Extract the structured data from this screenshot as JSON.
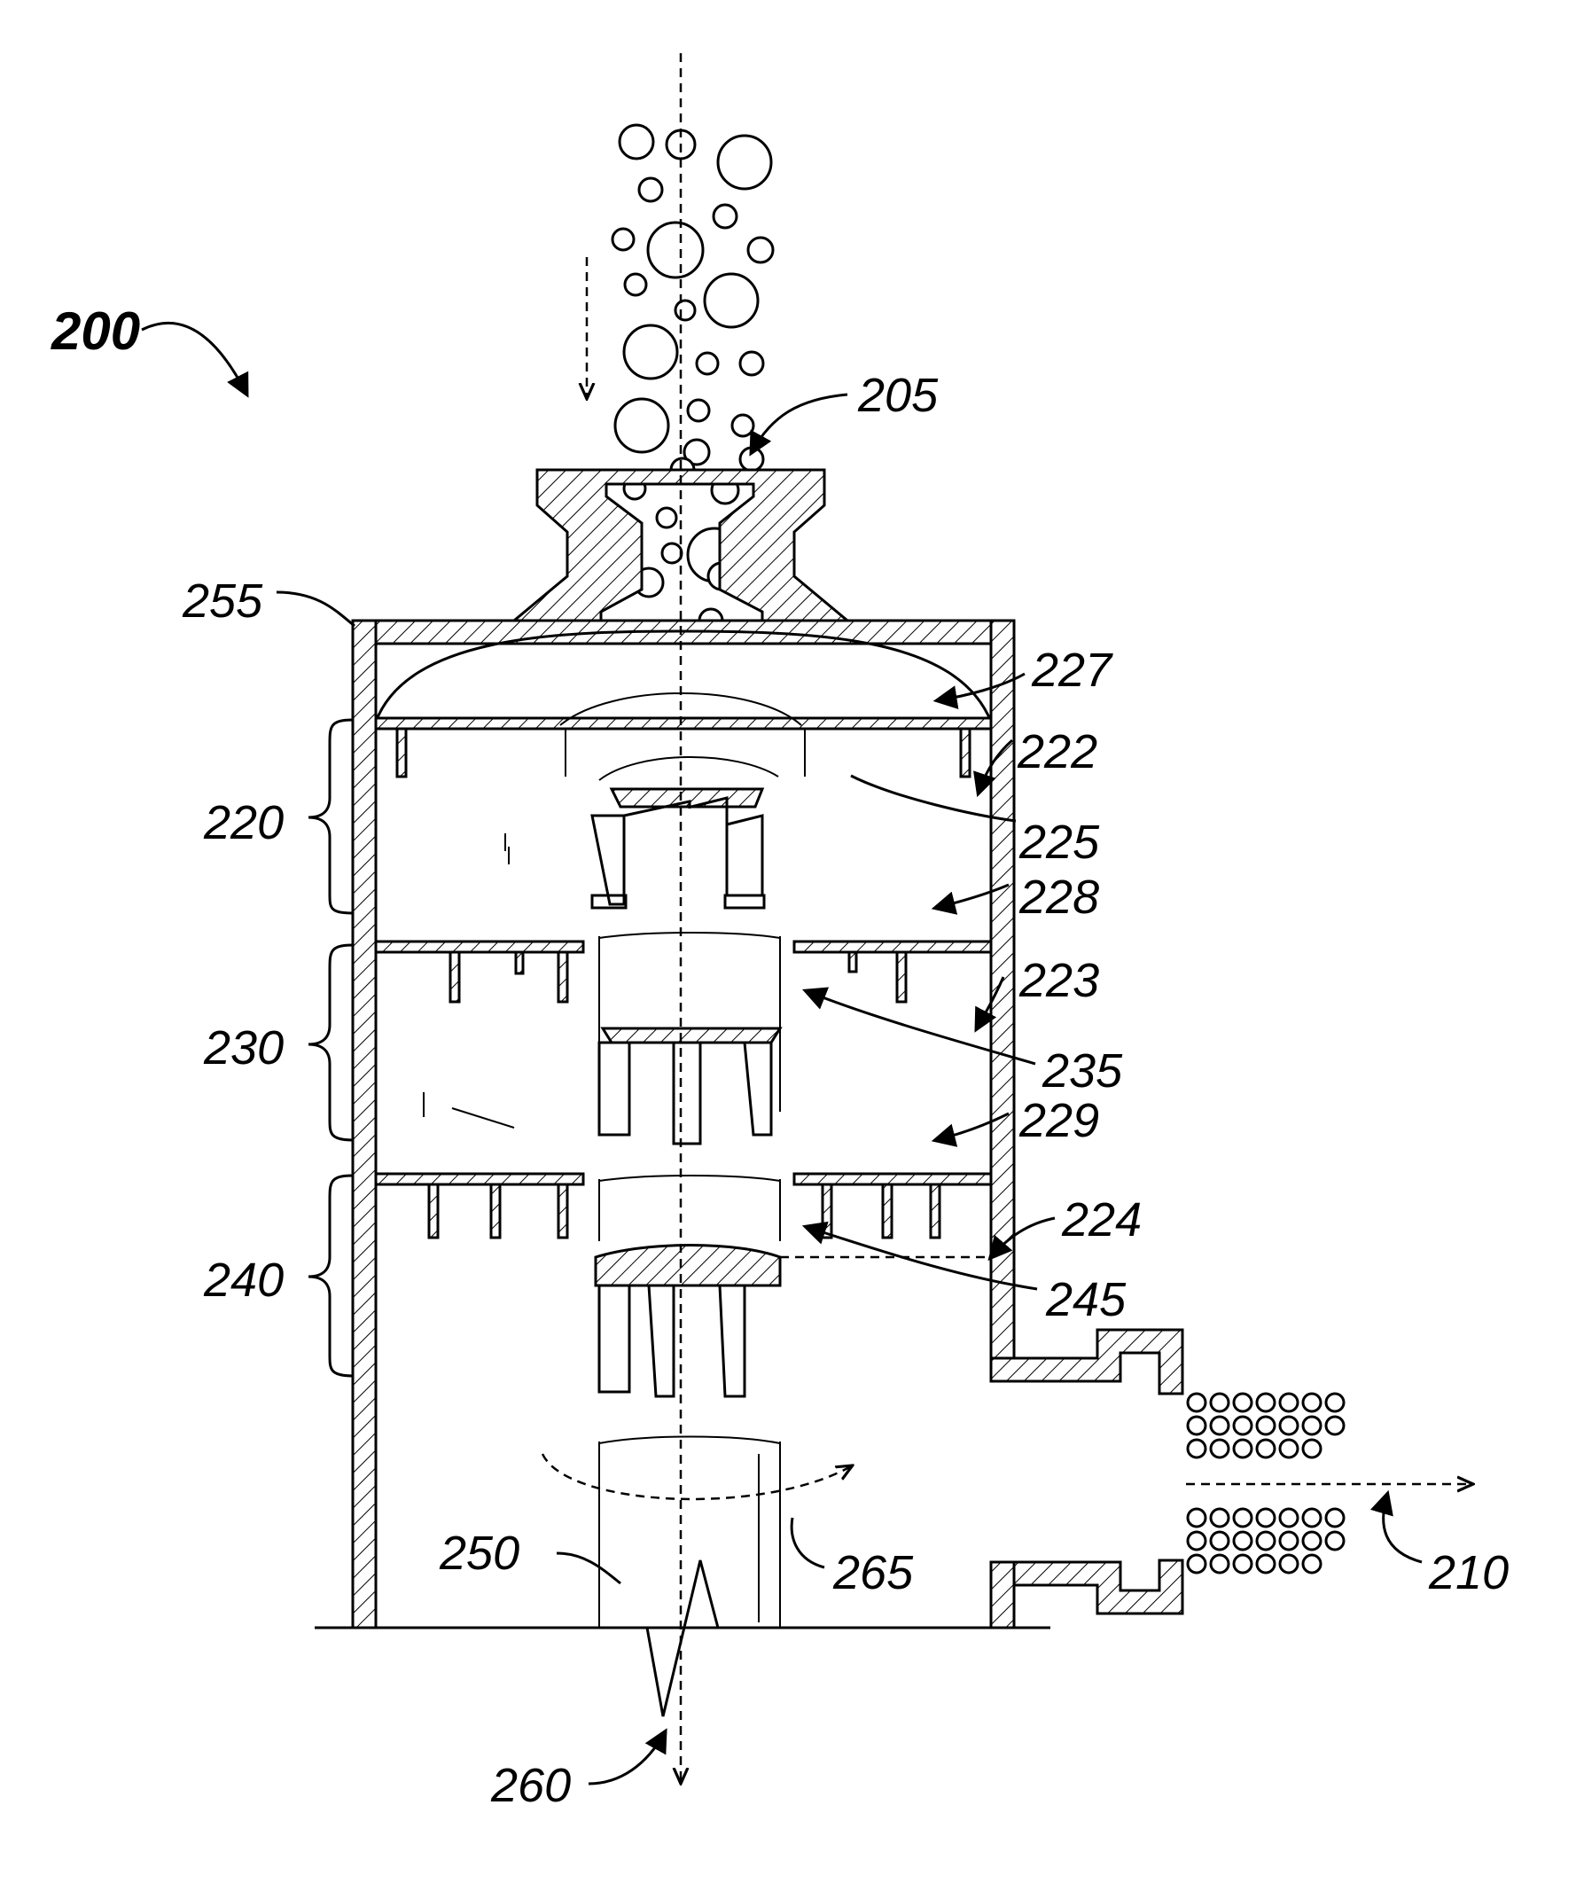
{
  "figure": {
    "assembly_label": "200",
    "labels": {
      "inlet": "205",
      "outlet": "210",
      "stage_1": "220",
      "chamber_1": "222",
      "chamber_2": "223",
      "chamber_3": "224",
      "impeller_1": "225",
      "diffuser_top": "227",
      "diffuser_1": "228",
      "diffuser_2": "229",
      "stage_2": "230",
      "impeller_2": "235",
      "stage_3": "240",
      "impeller_3": "245",
      "shaft": "250",
      "housing": "255",
      "shaft_axis": "260",
      "rotation": "265"
    }
  }
}
